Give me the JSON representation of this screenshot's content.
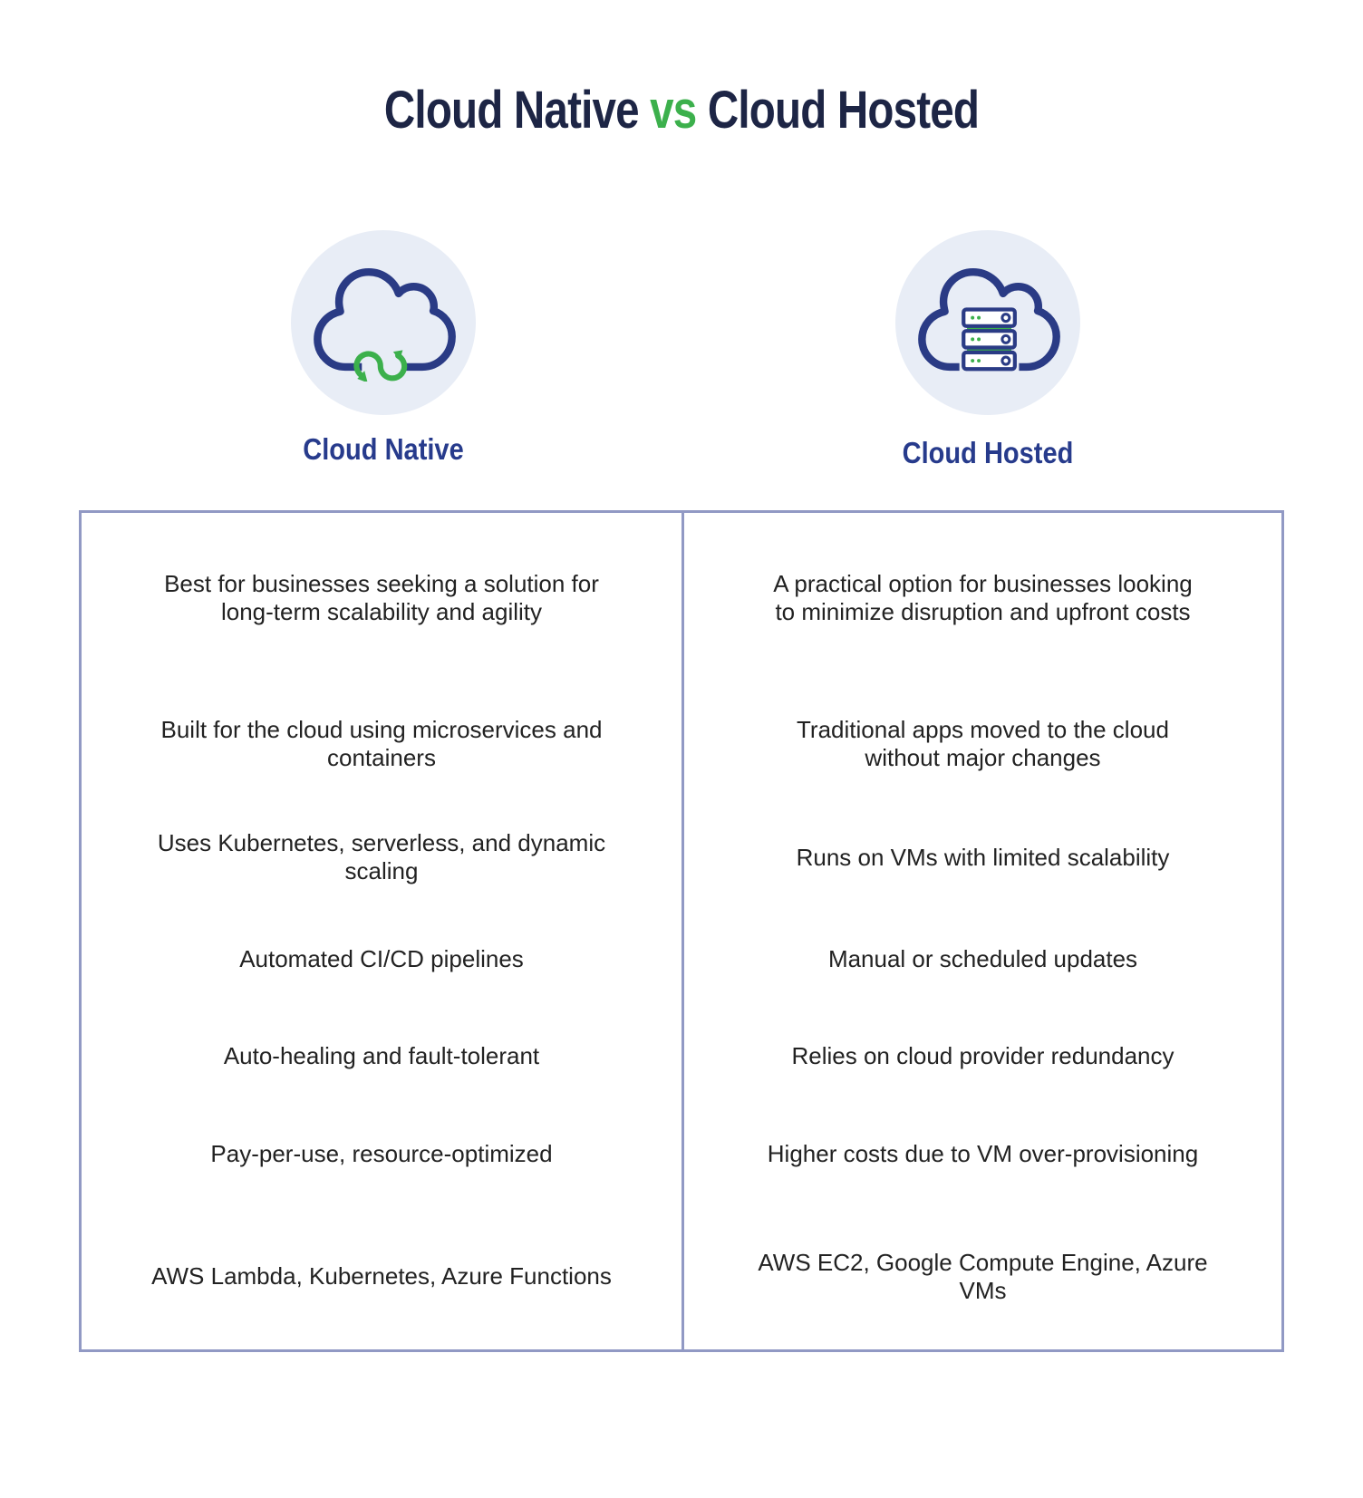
{
  "header": {
    "title_part1": "Cloud Native",
    "title_vs": "vs",
    "title_part2": "Cloud Hosted"
  },
  "columns": [
    {
      "label": "Cloud Native",
      "icon": "cloud-sync-icon"
    },
    {
      "label": "Cloud Hosted",
      "icon": "cloud-servers-icon"
    }
  ],
  "comparison_table": {
    "rows": [
      {
        "cloud_native": "Best for businesses seeking a solution for\nlong-term scalability and agility",
        "cloud_hosted": "A practical option for businesses looking\nto minimize disruption and upfront costs"
      },
      {
        "cloud_native": "Built for the cloud using microservices and\ncontainers",
        "cloud_hosted": "Traditional apps moved to the cloud\nwithout major changes"
      },
      {
        "cloud_native": "Uses Kubernetes, serverless, and dynamic scaling",
        "cloud_hosted": "Runs on VMs with limited scalability"
      },
      {
        "cloud_native": "Automated CI/CD pipelines",
        "cloud_hosted": "Manual or scheduled updates"
      },
      {
        "cloud_native": "Auto-healing and fault-tolerant",
        "cloud_hosted": "Relies on cloud provider redundancy"
      },
      {
        "cloud_native": "Pay-per-use, resource-optimized",
        "cloud_hosted": "Higher costs due to VM over-provisioning"
      },
      {
        "cloud_native": "AWS Lambda, Kubernetes, Azure Functions",
        "cloud_hosted": "AWS EC2, Google Compute Engine, Azure\nVMs"
      }
    ]
  },
  "colors": {
    "title-navy": "#1d2545",
    "label-blue": "#273b8c",
    "accent-green": "#3cb04c",
    "icon-navy": "#2a3b85",
    "circle-bg": "#e8edf6",
    "table-border": "#9199c4",
    "body-text": "#222222"
  }
}
